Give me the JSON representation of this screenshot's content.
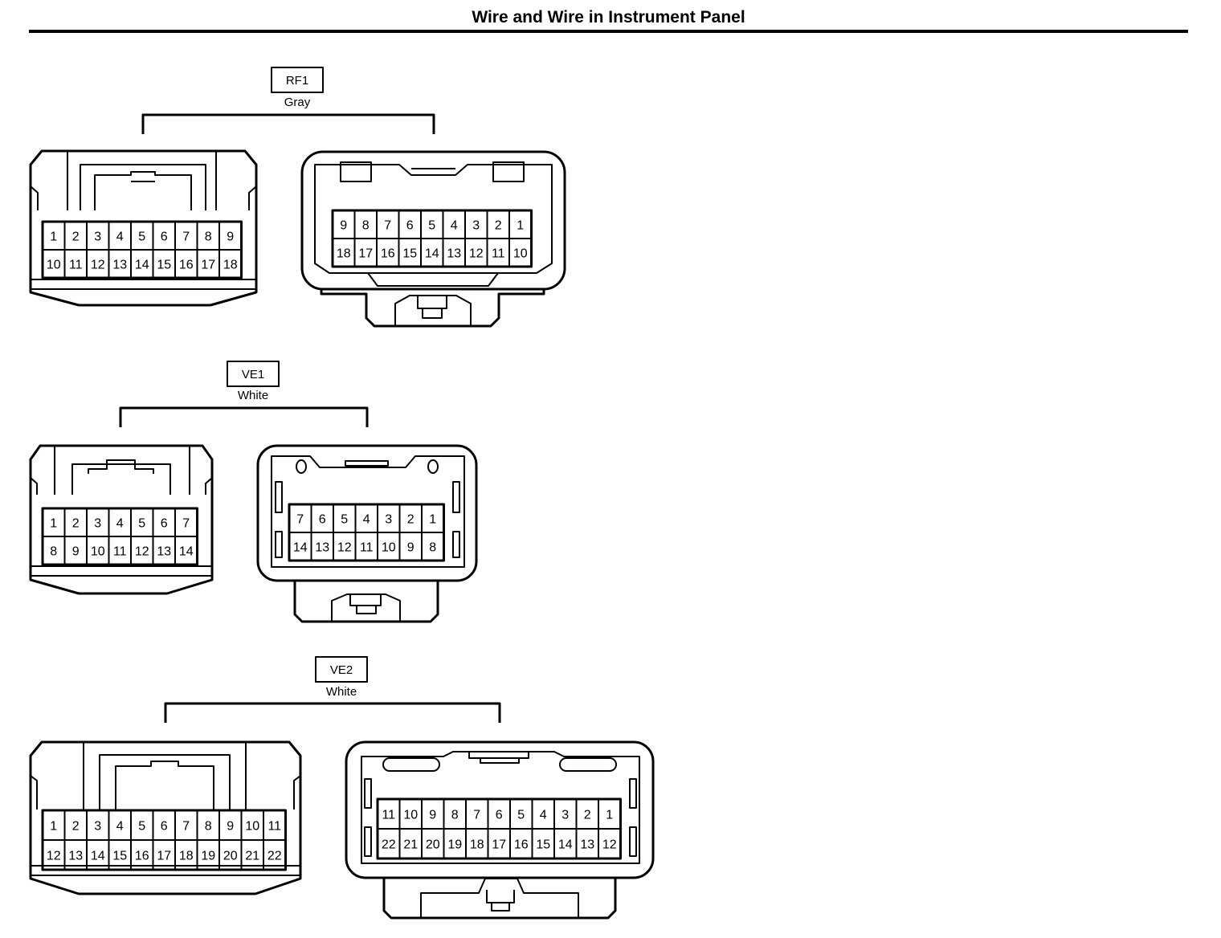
{
  "title": "Wire and Wire in Instrument Panel",
  "connectors": [
    {
      "code": "RF1",
      "color": "Gray",
      "left_rows": [
        [
          "1",
          "2",
          "3",
          "4",
          "5",
          "6",
          "7",
          "8",
          "9"
        ],
        [
          "10",
          "11",
          "12",
          "13",
          "14",
          "15",
          "16",
          "17",
          "18"
        ]
      ],
      "right_rows": [
        [
          "9",
          "8",
          "7",
          "6",
          "5",
          "4",
          "3",
          "2",
          "1"
        ],
        [
          "18",
          "17",
          "16",
          "15",
          "14",
          "13",
          "12",
          "11",
          "10"
        ]
      ]
    },
    {
      "code": "VE1",
      "color": "White",
      "left_rows": [
        [
          "1",
          "2",
          "3",
          "4",
          "5",
          "6",
          "7"
        ],
        [
          "8",
          "9",
          "10",
          "11",
          "12",
          "13",
          "14"
        ]
      ],
      "right_rows": [
        [
          "7",
          "6",
          "5",
          "4",
          "3",
          "2",
          "1"
        ],
        [
          "14",
          "13",
          "12",
          "11",
          "10",
          "9",
          "8"
        ]
      ]
    },
    {
      "code": "VE2",
      "color": "White",
      "left_rows": [
        [
          "1",
          "2",
          "3",
          "4",
          "5",
          "6",
          "7",
          "8",
          "9",
          "10",
          "11"
        ],
        [
          "12",
          "13",
          "14",
          "15",
          "16",
          "17",
          "18",
          "19",
          "20",
          "21",
          "22"
        ]
      ],
      "right_rows": [
        [
          "11",
          "10",
          "9",
          "8",
          "7",
          "6",
          "5",
          "4",
          "3",
          "2",
          "1"
        ],
        [
          "22",
          "21",
          "20",
          "19",
          "18",
          "17",
          "16",
          "15",
          "14",
          "13",
          "12"
        ]
      ]
    }
  ]
}
